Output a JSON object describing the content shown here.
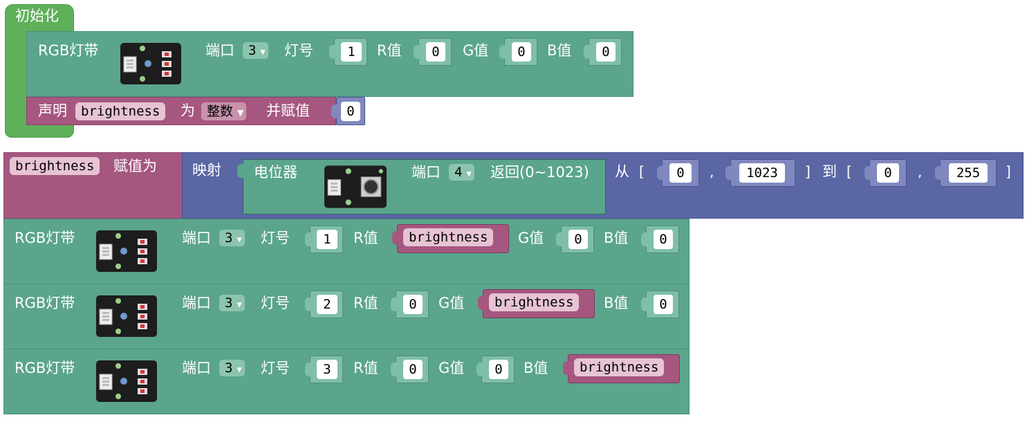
{
  "colors": {
    "block_green": "#5ba58c",
    "hat_green": "#5fb05a",
    "variable_magenta": "#a5577f",
    "math_blue": "#5b66a5"
  },
  "icons": {
    "rgb_module": "rgb-led-module-icon",
    "potentiometer_module": "potentiometer-module-icon"
  },
  "setup": {
    "hat_label": "初始化",
    "rgb_block": {
      "title": "RGB灯带",
      "port_label": "端口",
      "port_value": "3",
      "led_label": "灯号",
      "led_value": "1",
      "r_label": "R值",
      "r_value": "0",
      "g_label": "G值",
      "g_value": "0",
      "b_label": "B值",
      "b_value": "0"
    },
    "declare_block": {
      "declare_label": "声明",
      "var_name": "brightness",
      "as_label": "为",
      "type_value": "整数",
      "assign_label": "并赋值",
      "init_value": "0"
    }
  },
  "loop": {
    "assign_block": {
      "var_name": "brightness",
      "assign_label": "赋值为"
    },
    "map_block": {
      "map_label": "映射",
      "from_label": "从",
      "open_bracket1": "[",
      "from_low": "0",
      "comma1": ",",
      "from_high": "1023",
      "close_bracket1": "]",
      "to_label": "到",
      "open_bracket2": "[",
      "to_low": "0",
      "comma2": ",",
      "to_high": "255",
      "close_bracket2": "]"
    },
    "pot_block": {
      "title": "电位器",
      "port_label": "端口",
      "port_value": "4",
      "return_label": "返回(0~1023)"
    },
    "rgb_blocks": [
      {
        "title": "RGB灯带",
        "port_label": "端口",
        "port_value": "3",
        "led_label": "灯号",
        "led_value": "1",
        "r_label": "R值",
        "r_value": "brightness",
        "g_label": "G值",
        "g_value": "0",
        "b_label": "B值",
        "b_value": "0"
      },
      {
        "title": "RGB灯带",
        "port_label": "端口",
        "port_value": "3",
        "led_label": "灯号",
        "led_value": "2",
        "r_label": "R值",
        "r_value": "0",
        "g_label": "G值",
        "g_value": "brightness",
        "b_label": "B值",
        "b_value": "0"
      },
      {
        "title": "RGB灯带",
        "port_label": "端口",
        "port_value": "3",
        "led_label": "灯号",
        "led_value": "3",
        "r_label": "R值",
        "r_value": "0",
        "g_label": "G值",
        "g_value": "0",
        "b_label": "B值",
        "b_value": "brightness"
      }
    ]
  }
}
